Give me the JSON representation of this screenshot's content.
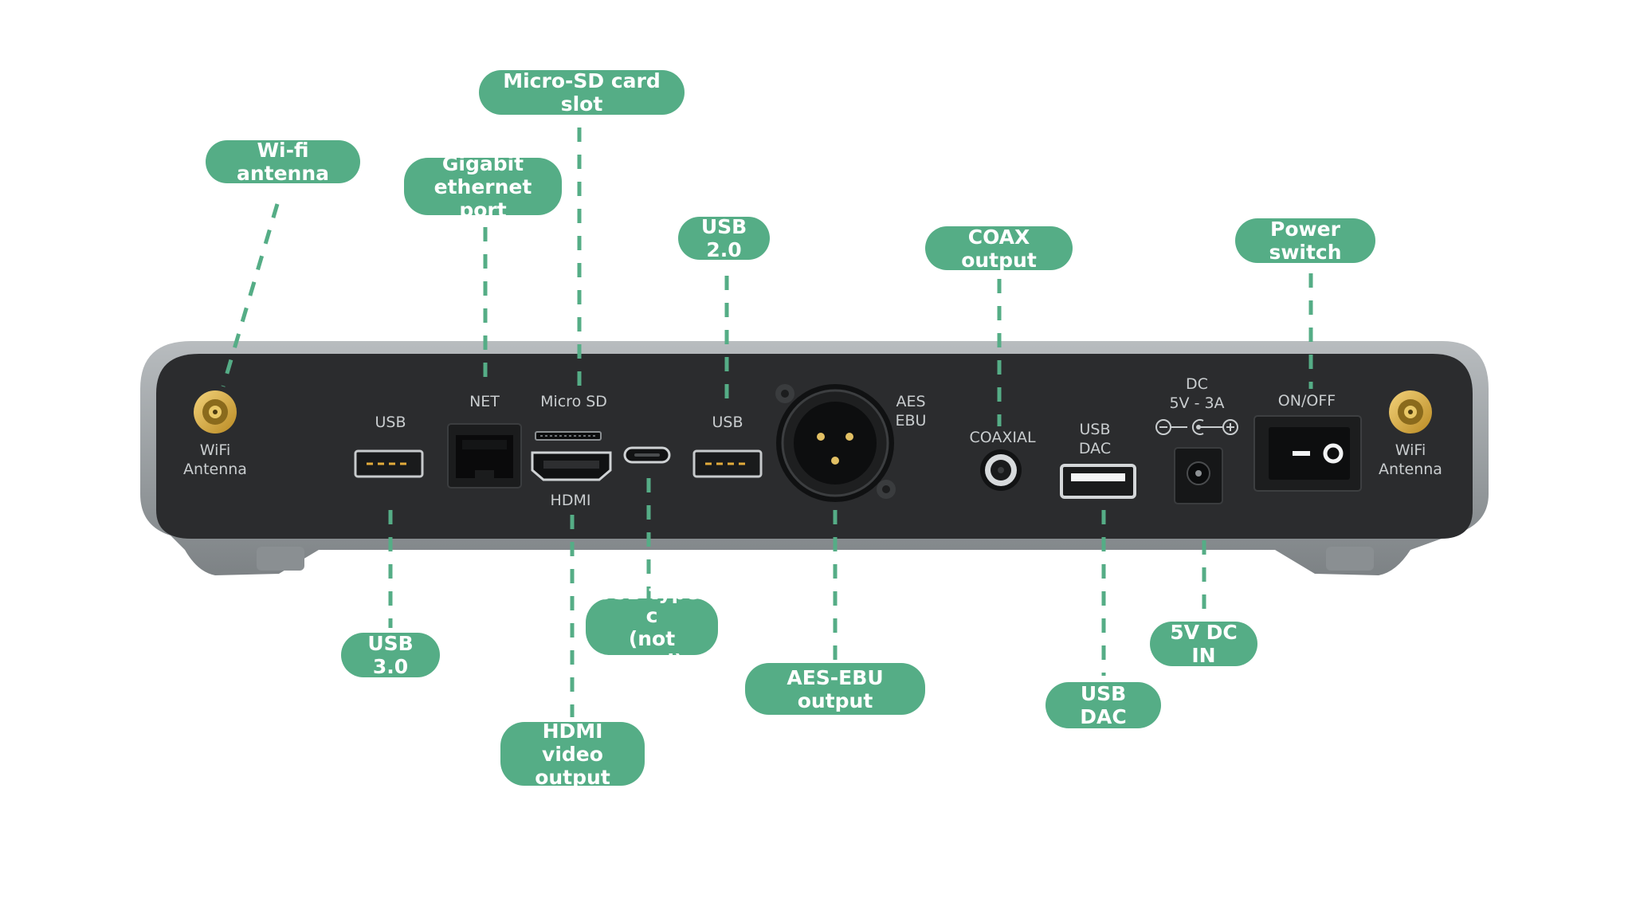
{
  "accent_color": "#55ad86",
  "device": {
    "body_color": "#2b2c2e",
    "frame_color": "#9ea3a6"
  },
  "callouts": {
    "wifi_antenna": "Wi-fi antenna",
    "gigabit_ethernet": "Gigabit\nethernet port",
    "micro_sd_slot": "Micro-SD card slot",
    "usb_2_0": "USB 2.0",
    "coax_output": "COAX output",
    "power_switch": "Power switch",
    "usb_3_0": "USB 3.0",
    "usb_type_c": "USB type-c\n(not used)",
    "hdmi_video_output": "HDMI\nvideo output",
    "aes_ebu_output": "AES-EBU output",
    "usb_dac": "USB DAC",
    "dc_in": "5V DC IN"
  },
  "panel_labels": {
    "wifi_left_1": "WiFi",
    "wifi_left_2": "Antenna",
    "usb_left": "USB",
    "net": "NET",
    "micro_sd": "Micro SD",
    "hdmi": "HDMI",
    "usb_right": "USB",
    "aes": "AES",
    "ebu": "EBU",
    "coaxial": "COAXIAL",
    "usb_dac_1": "USB",
    "usb_dac_2": "DAC",
    "dc": "DC",
    "dc_rating": "5V - 3A",
    "on_off": "ON/OFF",
    "wifi_right_1": "WiFi",
    "wifi_right_2": "Antenna"
  }
}
